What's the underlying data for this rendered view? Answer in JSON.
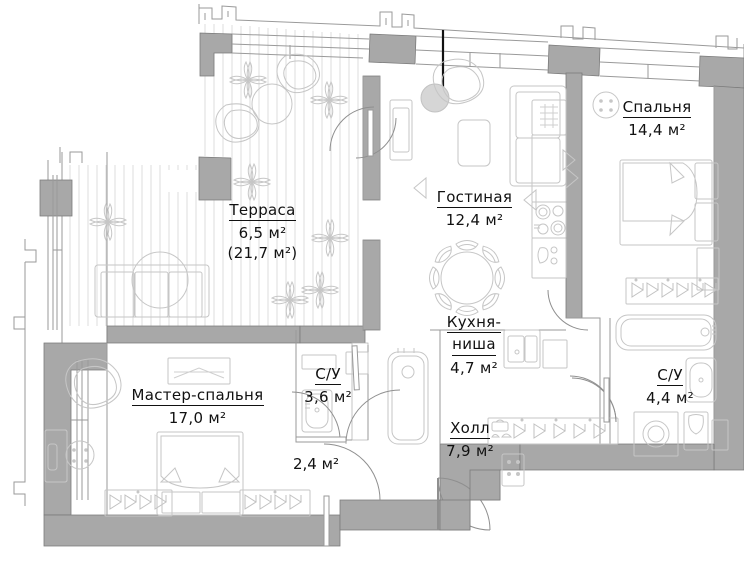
{
  "plan": {
    "type": "apartment-floor-plan",
    "language": "ru",
    "unit": "м²",
    "colors": {
      "wall_fill": "#a8a8a8",
      "wall_stroke": "#6f6f6f",
      "thin_line": "#b9b9b9",
      "furniture": "#c9c9c9",
      "text": "#111111",
      "lamp": "#d6d6d6",
      "background": "#ffffff"
    }
  },
  "rooms": [
    {
      "id": "terrace",
      "name": "Терраса",
      "area": "6,5",
      "area2": "(21,7 м²)",
      "unit": "м²"
    },
    {
      "id": "living",
      "name": "Гостиная",
      "area": "12,4",
      "unit": "м²"
    },
    {
      "id": "bedroom",
      "name": "Спальня",
      "area": "14,4",
      "unit": "м²"
    },
    {
      "id": "kitchen-niche",
      "name": "Кухня-",
      "name2": "ниша",
      "area": "4,7",
      "unit": "м²"
    },
    {
      "id": "master",
      "name": "Мастер-спальня",
      "area": "17,0",
      "unit": "м²"
    },
    {
      "id": "bath-1",
      "name": "С/У",
      "area": "3,6",
      "unit": "м²"
    },
    {
      "id": "bath-2",
      "name": "С/У",
      "area": "4,4",
      "unit": "м²"
    },
    {
      "id": "hall",
      "name": "Холл",
      "area": "7,9",
      "unit": "м²"
    }
  ],
  "extra_areas": [
    {
      "id": "corridor-area",
      "area": "2,4",
      "unit": "м²"
    }
  ],
  "fixtures": [
    {
      "name": "terrace-decking"
    },
    {
      "name": "terrace-plant"
    },
    {
      "name": "terrace-armchair"
    },
    {
      "name": "terrace-round-table"
    },
    {
      "name": "terrace-sofa"
    },
    {
      "name": "living-sofa"
    },
    {
      "name": "living-armchair"
    },
    {
      "name": "living-coffee-table"
    },
    {
      "name": "pendant-lamp"
    },
    {
      "name": "dining-table"
    },
    {
      "name": "dining-chair"
    },
    {
      "name": "cooktop"
    },
    {
      "name": "kitchen-sink"
    },
    {
      "name": "kitchen-cabinet"
    },
    {
      "name": "bed"
    },
    {
      "name": "nightstand"
    },
    {
      "name": "wardrobe-hangers"
    },
    {
      "name": "desk"
    },
    {
      "name": "stool"
    },
    {
      "name": "wall-panel"
    },
    {
      "name": "bathtub"
    },
    {
      "name": "washbasin"
    },
    {
      "name": "toilet"
    },
    {
      "name": "washing-machine"
    },
    {
      "name": "entrance-door"
    },
    {
      "name": "door-swing"
    },
    {
      "name": "window-mullion"
    }
  ]
}
